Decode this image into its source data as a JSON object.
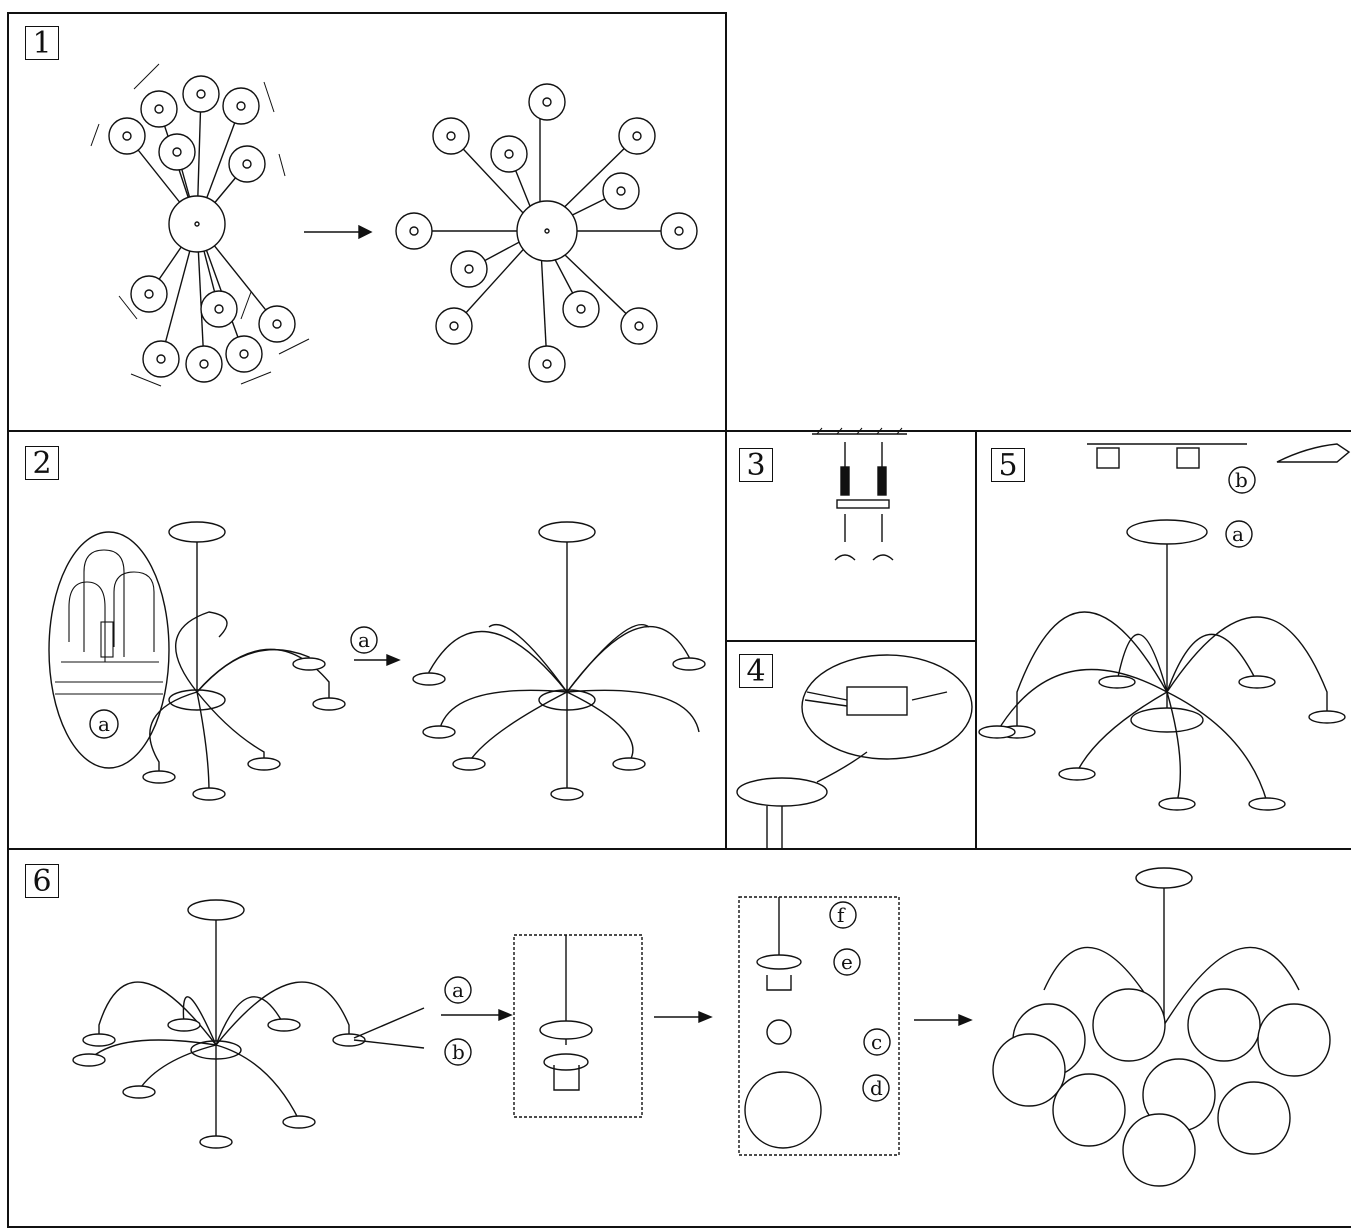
{
  "steps": {
    "s1": "1",
    "s2": "2",
    "s3": "3",
    "s4": "4",
    "s5": "5",
    "s6": "6"
  },
  "labels": {
    "a": "a",
    "b": "b",
    "c": "c",
    "d": "d",
    "e": "e",
    "f": "f"
  },
  "icons": {
    "arrow": "arrow-right-icon",
    "rotate": "rotate-icon",
    "screwdriver": "screwdriver-icon",
    "bulb": "light-bulb-icon",
    "globe": "glass-globe-icon"
  },
  "colors": {
    "line": "#111111",
    "background": "#ffffff"
  }
}
